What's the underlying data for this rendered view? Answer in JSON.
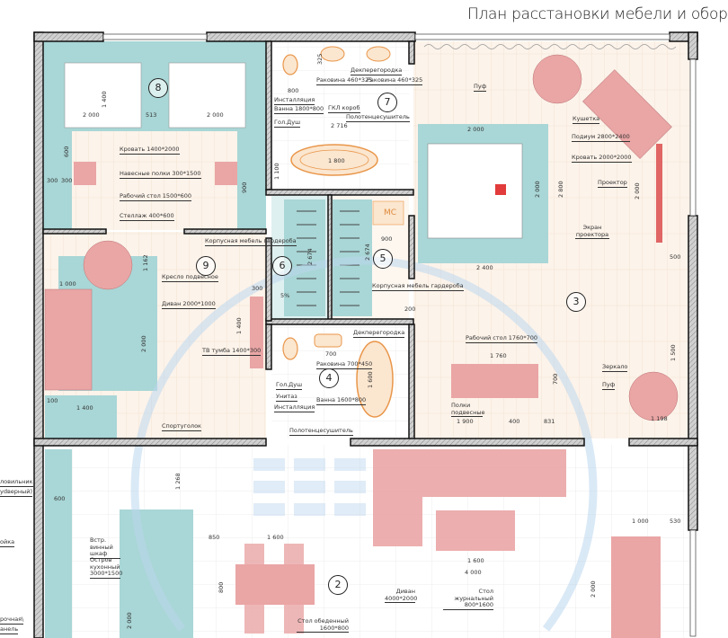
{
  "title": "План расстановки мебели и обору",
  "colors": {
    "wall": "#1a1a1a",
    "teal": "#a9d6d6",
    "furniture": "#eaa5a5",
    "floor": "#fcf3ea",
    "sanitary": "#e9964a",
    "watermark": "#bcd7ee"
  },
  "rooms": {
    "r8": {
      "number": "8",
      "labels": [
        "Кровать 1400*2000",
        "Навесные полки 300*1500",
        "Рабочий стол 1500*600",
        "Стеллаж 400*600"
      ],
      "dims": [
        "2 000",
        "513",
        "2 000",
        "1 400",
        "300",
        "300",
        "600",
        "900"
      ]
    },
    "r7": {
      "number": "7",
      "labels": [
        "Раковина 460*325",
        "Раковина 460*325",
        "Декперегородка",
        "Инсталляция",
        "Ванна 1800*800",
        "ГКЛ короб",
        "Гол.Душ",
        "Полотенцесушитель"
      ],
      "dims": [
        "800",
        "2 716",
        "1 800",
        "1 100",
        "325"
      ]
    },
    "r6": {
      "number": "6",
      "dims": [
        "2 674",
        "5%"
      ]
    },
    "r5": {
      "number": "5",
      "mc": "МС",
      "labels": [
        "Корпусная мебель гардероба"
      ],
      "dims": [
        "900",
        "2 674",
        "200"
      ]
    },
    "r4": {
      "number": "4",
      "labels": [
        "Декперегородка",
        "Раковина 700*450",
        "Гол.Душ",
        "Унитаз",
        "Инсталляция",
        "Ванна 1600*800",
        "Полотенцесушитель"
      ],
      "dims": [
        "700",
        "1 600"
      ]
    },
    "r9": {
      "number": "9",
      "labels": [
        "Корпусная мебель гардероба",
        "Кресло подвесное",
        "Диван 2000*1000",
        "ТВ тумба 1400*300",
        "Спортуголок"
      ],
      "dims": [
        "1 000",
        "2 000",
        "1 400",
        "300",
        "1 400",
        "1 162",
        "100"
      ]
    },
    "r3": {
      "number": "3",
      "labels": [
        "Пуф",
        "Кушетка",
        "Подиум 2800*2400",
        "Кровать 2000*2000",
        "Проектор",
        "Экран проектора",
        "Рабочий стол 1760*700",
        "Полки подвесные",
        "Зеркало",
        "Пуф"
      ],
      "dims": [
        "2 000",
        "2 400",
        "2 800",
        "2 000",
        "2 000",
        "500",
        "1 760",
        "1 900",
        "1 198",
        "400",
        "831",
        "700",
        "1 500"
      ]
    },
    "r2": {
      "number": "2",
      "labels": [
        "Встр. винный шкаф",
        "Остров кухонный 3000*1500",
        "Стол обеденный 1600*800",
        "Диван 4000*2000",
        "Стол журнальный 800*1600"
      ],
      "dims": [
        "1 268",
        "850",
        "1 600",
        "600",
        "1 600",
        "4 000",
        "1 000",
        "530",
        "2 000",
        "2 000",
        "800"
      ]
    }
  },
  "cut_labels": [
    "ловильник",
    "уdверный)",
    "ойка",
    "рочная\\",
    "анель"
  ]
}
